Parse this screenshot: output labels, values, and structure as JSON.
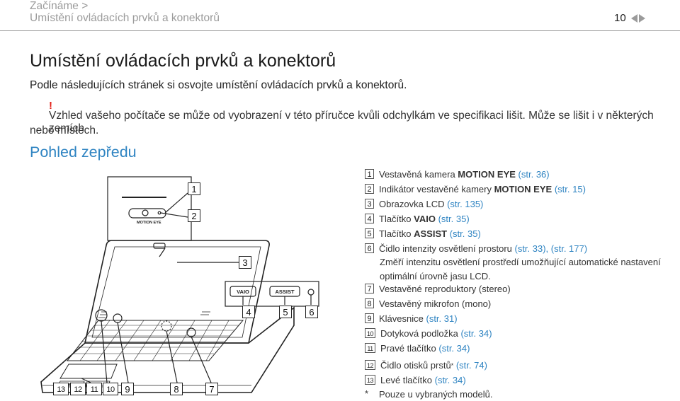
{
  "header": {
    "breadcrumb_line1": "Začínáme >",
    "breadcrumb_line2": "Umístění ovládacích prvků a konektorů",
    "page_number": "10"
  },
  "title": "Umístění ovládacích prvků a konektorů",
  "intro": "Podle následujících stránek si osvojte umístění ovládacích prvků a konektorů.",
  "note": {
    "mark": "!",
    "line1": "Vzhled vašeho počítače se může od vyobrazení v této příručce kvůli odchylkám ve specifikaci lišit. Může se lišit i v některých zemích",
    "line2": "nebo místech."
  },
  "section_title": "Pohled zepředu",
  "illustration": {
    "motion_eye_label": "MOTION EYE",
    "vaio_button_label": "VAIO",
    "assist_button_label": "ASSIST",
    "callouts": [
      "1",
      "2",
      "3",
      "4",
      "5",
      "6",
      "7",
      "8",
      "9",
      "10",
      "11",
      "12",
      "13"
    ]
  },
  "legend": [
    {
      "num": "1",
      "pre": "Vestavěná kamera ",
      "bold": "MOTION EYE",
      "post": "",
      "ref": "(str. 36)"
    },
    {
      "num": "2",
      "pre": "Indikátor vestavěné kamery ",
      "bold": "MOTION EYE",
      "post": "",
      "ref": "(str. 15)"
    },
    {
      "num": "3",
      "pre": "Obrazovka LCD ",
      "bold": "",
      "post": "",
      "ref": "(str. 135)"
    },
    {
      "num": "4",
      "pre": "Tlačítko ",
      "bold": "VAIO",
      "post": "",
      "ref": "(str. 35)"
    },
    {
      "num": "5",
      "pre": "Tlačítko ",
      "bold": "ASSIST",
      "post": "",
      "ref": "(str. 35)"
    },
    {
      "num": "6",
      "pre": "Čidlo intenzity osvětlení prostoru ",
      "bold": "",
      "post": "",
      "ref": "(str. 33), (str. 177)",
      "desc": "Změří intenzitu osvětlení prostředí umožňující automatické nastavení optimální úrovně jasu LCD."
    },
    {
      "num": "7",
      "pre": "Vestavěné reproduktory (stereo)",
      "bold": "",
      "post": "",
      "ref": ""
    },
    {
      "num": "8",
      "pre": "Vestavěný mikrofon (mono)",
      "bold": "",
      "post": "",
      "ref": ""
    },
    {
      "num": "9",
      "pre": "Klávesnice ",
      "bold": "",
      "post": "",
      "ref": "(str. 31)"
    },
    {
      "num": "10",
      "pre": "Dotyková podložka ",
      "bold": "",
      "post": "",
      "ref": "(str. 34)"
    },
    {
      "num": "11",
      "pre": "Pravé tlačítko ",
      "bold": "",
      "post": "",
      "ref": "(str. 34)"
    },
    {
      "num": "12",
      "pre": "Čidlo otisků prstů",
      "bold": "",
      "post": "*",
      "ref": " (str. 74)"
    },
    {
      "num": "13",
      "pre": "Levé tlačítko ",
      "bold": "",
      "post": "",
      "ref": "(str. 34)"
    }
  ],
  "footnote": {
    "mark": "*",
    "text": "Pouze u vybraných modelů."
  }
}
